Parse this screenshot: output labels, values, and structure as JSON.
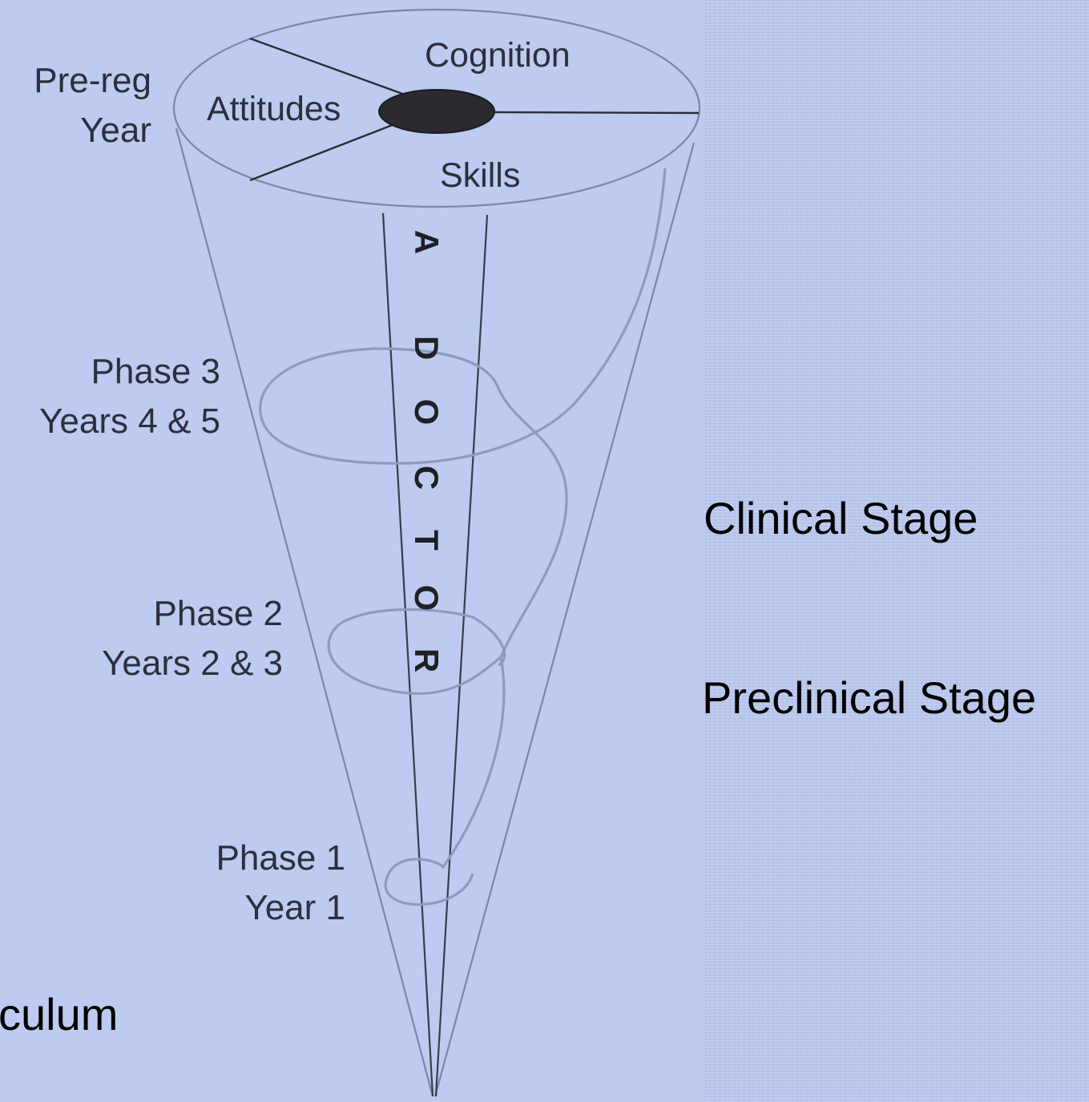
{
  "top_segments": {
    "cognition": "Cognition",
    "attitudes": "Attitudes",
    "skills": "Skills"
  },
  "axis_text": [
    "A",
    "D",
    "O",
    "C",
    "T",
    "O",
    "R"
  ],
  "levels": {
    "prereg": {
      "line1": "Pre-reg",
      "line2": "Year"
    },
    "phase3": {
      "line1": "Phase 3",
      "line2": "Years 4 & 5"
    },
    "phase2": {
      "line1": "Phase 2",
      "line2": "Years 2 & 3"
    },
    "phase1": {
      "line1": "Phase 1",
      "line2": "Year 1"
    }
  },
  "stages": {
    "clinical": "Clinical Stage",
    "preclinical": "Preclinical Stage"
  },
  "cropped_text": "culum",
  "colors": {
    "background": "#bccbef",
    "line": "#7a86a8",
    "center_ellipse": "#2a2a30",
    "text": "#2c2f3c"
  }
}
